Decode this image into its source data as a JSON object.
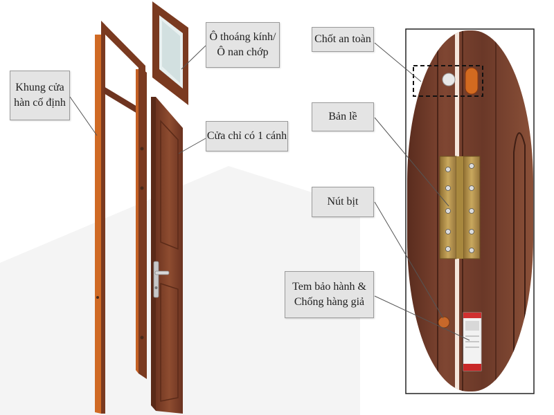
{
  "colors": {
    "frame_wood": "#7a3a20",
    "frame_edge": "#d06a24",
    "door_wood": "#8a4a30",
    "closeup_wood": "#6e3a28",
    "hinge_brass": "#b8944a",
    "label_bg": "#e4e4e4",
    "background": "#ffffff"
  },
  "labels": {
    "khung_line1": "Khung cửa",
    "khung_line2": "hàn cố định",
    "o_thoang_line1": "Ô thoáng kính/",
    "o_thoang_line2": "Ô nan chớp",
    "cua_chi": "Cửa chỉ có 1 cánh",
    "chot": "Chốt an toàn",
    "ban_le": "Bản lề",
    "nut_bit": "Nút bịt",
    "tem_line1": "Tem bảo hành &",
    "tem_line2": "Chống hàng giả"
  },
  "icons": {
    "door_handle": "door-handle-icon",
    "hinge": "hinge-icon",
    "plug": "plug-icon",
    "sticker": "warranty-sticker-icon",
    "latch": "safety-latch-icon"
  }
}
